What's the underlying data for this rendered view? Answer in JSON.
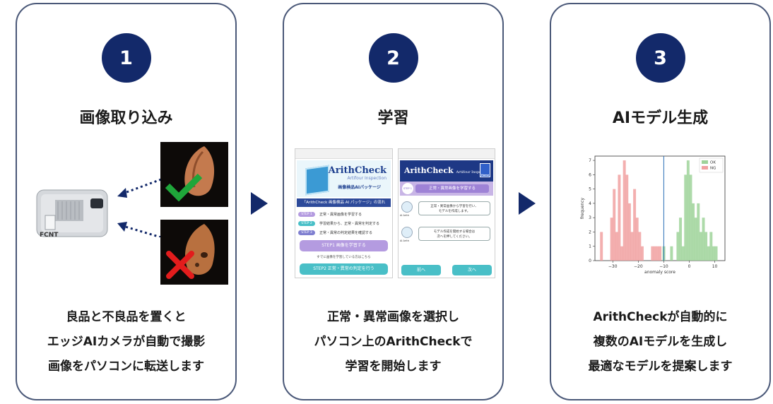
{
  "steps": [
    {
      "number": "1",
      "title": "画像取り込み",
      "lines": [
        "良品と不良品を置くと",
        "エッジAIカメラが自動で撮影",
        "画像をパソコンに転送します"
      ]
    },
    {
      "number": "2",
      "title": "学習",
      "lines": [
        "正常・異常画像を選択し",
        "パソコン上のArithCheckで",
        "学習を開始します"
      ]
    },
    {
      "number": "3",
      "title": "AIモデル生成",
      "lines": [
        "ArithCheckが自動的に",
        "複数のAIモデルを生成し",
        "最適なモデルを提案します"
      ]
    }
  ],
  "camera": {
    "brand_label": "FCNT"
  },
  "app_screen_a": {
    "brand": "ArithCheck",
    "brand_sub": "Artifour Inspection",
    "package": "画像検品AIパッケージ",
    "flow_title": "「ArithCheck 画像検品 AI パッケージ」の流れ",
    "steps": [
      {
        "pill": "STEP 1",
        "text": "正常・異常画像を学習する",
        "color": "#b49be0"
      },
      {
        "pill": "STEP 2",
        "text": "学習結果から、正常・異常を判定する",
        "color": "#49bfc7"
      },
      {
        "pill": "STEP 3",
        "text": "正常・異常の判定結果を確認する",
        "color": "#7f7fd0"
      }
    ],
    "button1": "STEP1 画像を学習する",
    "note": "すでに画像を学習している方はこちら",
    "button2": "STEP2 正常・異常の判定を行う"
  },
  "app_screen_b": {
    "header": "ArithCheck",
    "header_sub": "Artifour Inspection",
    "home": "Home",
    "step_label": "STEP 1",
    "step_title": "正常・異常画像を学習する",
    "msg1": [
      "正常・異常画像から学習を行い、",
      "モデルを作成します。"
    ],
    "msg2": [
      "モデル作成を開始する場合は",
      "次へを押してください。"
    ],
    "avatar_label": "AI Arith",
    "back": "前へ",
    "next": "次へ"
  },
  "chart_data": {
    "type": "bar",
    "xlabel": "anomaly score",
    "ylabel": "frequency",
    "xlim": [
      -37,
      14
    ],
    "ylim": [
      0,
      7.3
    ],
    "xticks": [
      -30,
      -20,
      -10,
      0,
      10
    ],
    "yticks": [
      0,
      1,
      2,
      3,
      4,
      5,
      6,
      7
    ],
    "bin_width": 1.1,
    "threshold_x": -10,
    "legend_position": "top-right",
    "series": [
      {
        "name": "OK",
        "color": "#9fd39a",
        "bins": [
          [
            -10.5,
            1
          ],
          [
            -7.5,
            1
          ],
          [
            -5,
            2
          ],
          [
            -4,
            3
          ],
          [
            -3,
            1
          ],
          [
            -2,
            6
          ],
          [
            -1,
            7
          ],
          [
            0,
            6
          ],
          [
            1,
            4
          ],
          [
            2,
            3
          ],
          [
            3,
            4
          ],
          [
            4,
            2
          ],
          [
            5,
            3
          ],
          [
            6,
            2
          ],
          [
            7,
            1
          ],
          [
            8,
            2
          ],
          [
            9,
            1
          ],
          [
            10,
            1
          ]
        ]
      },
      {
        "name": "NG",
        "color": "#f1a1a1",
        "bins": [
          [
            -35,
            2
          ],
          [
            -31,
            3
          ],
          [
            -30,
            5
          ],
          [
            -29,
            2
          ],
          [
            -28,
            6
          ],
          [
            -27,
            1
          ],
          [
            -26,
            7
          ],
          [
            -25,
            6
          ],
          [
            -24,
            4
          ],
          [
            -23,
            2
          ],
          [
            -22,
            5
          ],
          [
            -21,
            3
          ],
          [
            -20,
            2
          ],
          [
            -19,
            1
          ],
          [
            -15,
            1
          ],
          [
            -14,
            1
          ],
          [
            -13,
            1
          ],
          [
            -12,
            1
          ]
        ]
      }
    ]
  }
}
